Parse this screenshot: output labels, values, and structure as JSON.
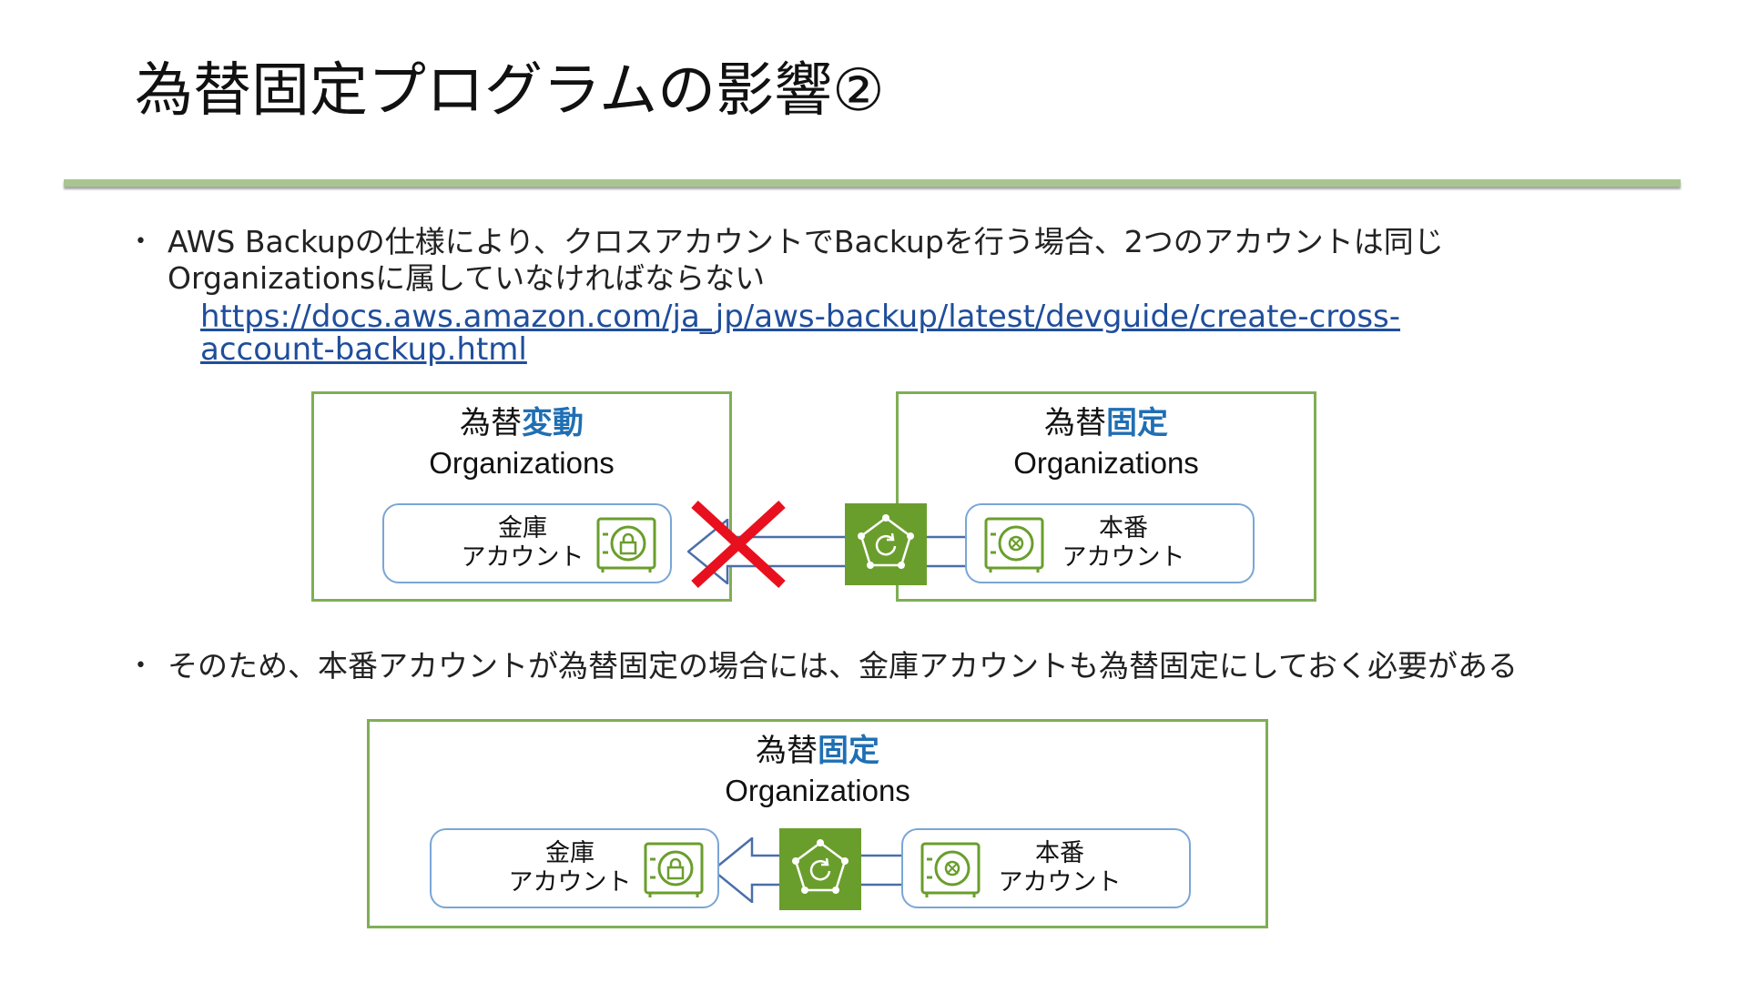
{
  "slide": {
    "title": "為替固定プログラムの影響②",
    "bullet_symbol": "•",
    "bullet1": "AWS Backupの仕様により、クロスアカウントでBackupを行う場合、2つのアカウントは同じ\nOrganizationsに属していなければならない",
    "link": "https://docs.aws.amazon.com/ja_jp/aws-backup/latest/devguide/create-cross-\naccount-backup.html",
    "bullet2": "そのため、本番アカウントが為替固定の場合には、金庫アカウントも為替固定にしておく必要がある"
  },
  "diagram1": {
    "left_org": {
      "prefix": "為替",
      "accent": "変動",
      "sub": "Organizations"
    },
    "right_org": {
      "prefix": "為替",
      "accent": "固定",
      "sub": "Organizations"
    },
    "vault_account": "金庫\nアカウント",
    "prod_account": "本番\nアカウント",
    "blocked": true
  },
  "diagram2": {
    "org": {
      "prefix": "為替",
      "accent": "固定",
      "sub": "Organizations"
    },
    "vault_account": "金庫\nアカウント",
    "prod_account": "本番\nアカウント"
  },
  "colors": {
    "org_border": "#7fae55",
    "account_border": "#7aa6d6",
    "accent_text": "#1f6fb4",
    "service_icon_bg": "#6a9e2c",
    "cross_mark": "#e8101e",
    "rule": "#a9c58f"
  },
  "icons": [
    "vault-lock-icon",
    "vault-restore-icon",
    "backup-service-icon",
    "cross-mark-icon",
    "arrow-left-icon"
  ]
}
